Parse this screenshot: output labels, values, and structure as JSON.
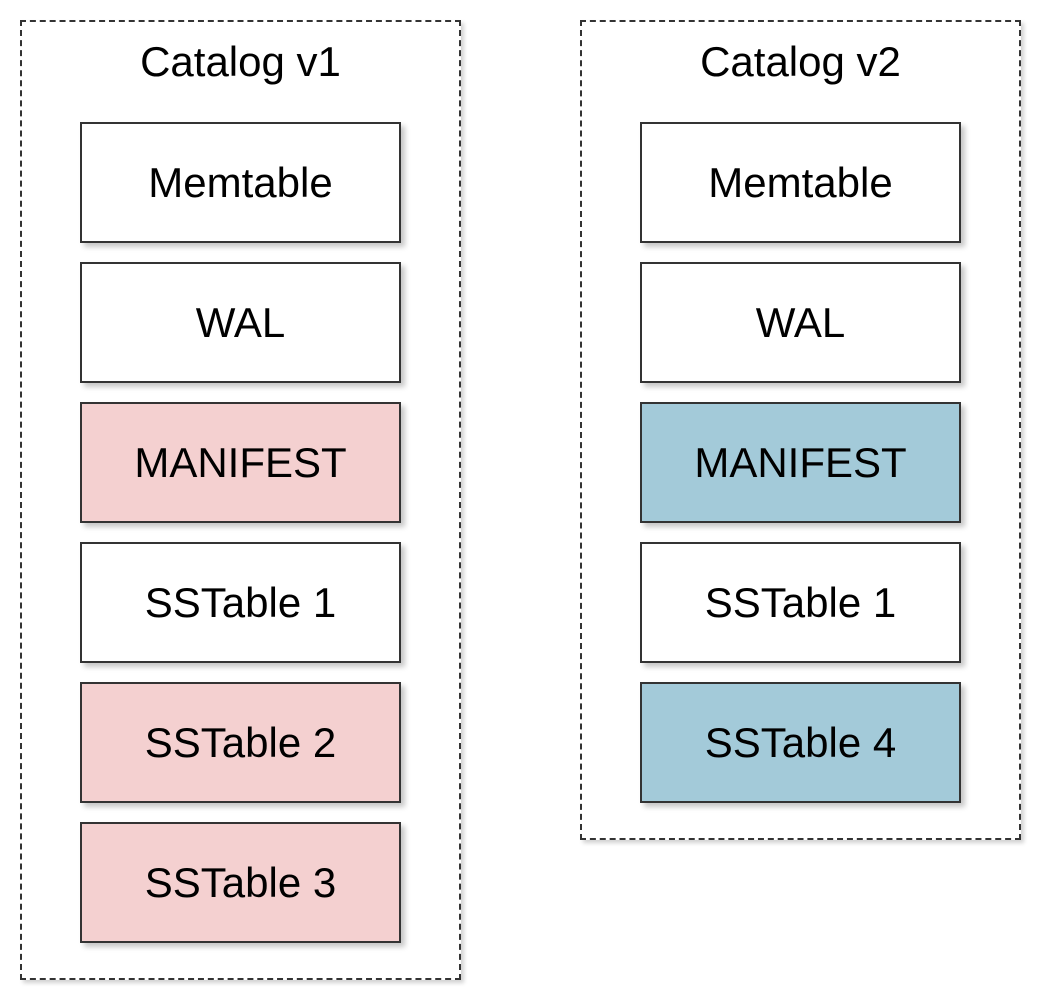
{
  "colors": {
    "default": "#ffffff",
    "removed": "#f4d0d0",
    "added": "#a3cad9"
  },
  "catalogs": [
    {
      "title": "Catalog v1",
      "blocks": [
        {
          "label": "Memtable",
          "status": "default"
        },
        {
          "label": "WAL",
          "status": "default"
        },
        {
          "label": "MANIFEST",
          "status": "removed"
        },
        {
          "label": "SSTable 1",
          "status": "default"
        },
        {
          "label": "SSTable 2",
          "status": "removed"
        },
        {
          "label": "SSTable 3",
          "status": "removed"
        }
      ]
    },
    {
      "title": "Catalog v2",
      "blocks": [
        {
          "label": "Memtable",
          "status": "default"
        },
        {
          "label": "WAL",
          "status": "default"
        },
        {
          "label": "MANIFEST",
          "status": "added"
        },
        {
          "label": "SSTable 1",
          "status": "default"
        },
        {
          "label": "SSTable 4",
          "status": "added"
        }
      ]
    }
  ]
}
